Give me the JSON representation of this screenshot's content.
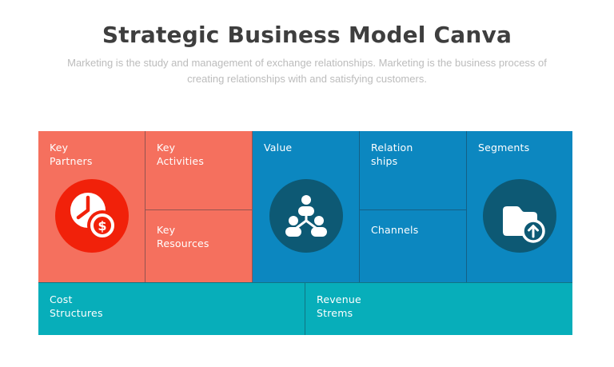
{
  "header": {
    "title": "Strategic Business Model Canva",
    "subtitle": "Marketing is the study and management of exchange relationships. Marketing is the business process of creating relationships with and satisfying customers."
  },
  "canvas": {
    "key_partners": {
      "label": "Key\nPartners",
      "icon": "time-money-icon"
    },
    "key_activities": {
      "label": "Key\nActivities"
    },
    "key_resources": {
      "label": "Key\nResources"
    },
    "value": {
      "label": "Value",
      "icon": "org-structure-icon"
    },
    "relationships": {
      "label": "Relation\nships"
    },
    "channels": {
      "label": "Channels"
    },
    "segments": {
      "label": "Segments",
      "icon": "folder-upload-icon"
    },
    "cost_structures": {
      "label": "Cost\nStructures"
    },
    "revenue_streams": {
      "label": "Revenue\nStrems"
    }
  },
  "icons": {
    "dollar_glyph": "$"
  },
  "colors": {
    "salmon": "#F5705E",
    "red": "#F1210A",
    "blue": "#0C87C0",
    "circle-dark": "#0D5974",
    "teal": "#07AEBA",
    "title": "#3E3E3E",
    "subtitle": "#BCBCBC",
    "divider": "rgba(30,48,64,0.45)"
  }
}
